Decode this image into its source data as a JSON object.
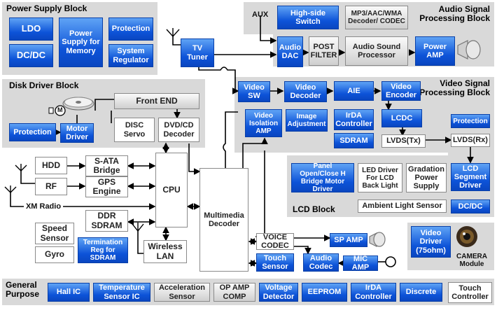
{
  "regions": {
    "power_supply": "Power Supply Block",
    "audio": "Audio Signal Processing Block",
    "disk": "Disk Driver Block",
    "video": "Video Signal Processing Block",
    "lcd": "LCD Block",
    "general": "General Purpose"
  },
  "power": {
    "ldo": "LDO",
    "dcdc": "DC/DC",
    "memory": "Power Supply for Memory",
    "protection": "Protection",
    "regulator": "System Regulator"
  },
  "audio": {
    "aux": "AUX",
    "highside": "High-side Switch",
    "mp3": "MP3/AAC/WMA Decoder/ CODEC",
    "dac": "Audio DAC",
    "postfilter": "POST FILTER",
    "processor": "Audio Sound Processor",
    "poweramp": "Power AMP"
  },
  "tv_tuner": "TV Tuner",
  "disk": {
    "frontend": "Front END",
    "disc_servo": "DISC Servo",
    "dvd": "DVD/CD Decoder",
    "protection": "Protection",
    "motor": "Motor Driver",
    "m": "M"
  },
  "video": {
    "sw": "Video SW",
    "decoder": "Video Decoder",
    "aie": "AIE",
    "encoder": "Video Encoder",
    "isolation": "Video Isolation AMP",
    "image": "Image Adjustment",
    "irda": "IrDA Controller",
    "sdram": "SDRAM",
    "lcdc": "LCDC",
    "lvds_tx": "LVDS(Tx)"
  },
  "lcd": {
    "protection": "Protection",
    "lvds_rx": "LVDS(Rx)",
    "segment": "LCD Segment Driver",
    "panel": "Panel Open/Close H Bridge Motor Driver",
    "led": "LED Driver For LCD Back Light",
    "gradation": "Gradation Power Supply",
    "ambient": "Ambient Light Sensor",
    "dcdc": "DC/DC"
  },
  "cpu_area": {
    "hdd": "HDD",
    "sata": "S-ATA Bridge",
    "rf": "RF",
    "gps": "GPS Engine",
    "xm": "XM Radio",
    "cpu": "CPU",
    "ddr": "DDR SDRAM",
    "speed": "Speed Sensor",
    "gyro": "Gyro",
    "termination": "Termination Reg for SDRAM",
    "wireless": "Wireless LAN",
    "multimedia": "Multimedia Decoder"
  },
  "io": {
    "voice": "VOICE CODEC",
    "sp_amp": "SP AMP",
    "touch_sensor": "Touch Sensor",
    "audio_codec": "Audio Codec",
    "mic_amp": "MIC AMP",
    "video_driver": "Video Driver (75ohm)",
    "camera": "CAMERA Module"
  },
  "general": {
    "hall": "Hall IC",
    "temp": "Temperature Sensor IC",
    "accel": "Acceleration Sensor",
    "opamp": "OP AMP COMP",
    "voltage": "Voltage Detector",
    "eeprom": "EEPROM",
    "irda": "IrDA Controller",
    "discrete": "Discrete",
    "touch": "Touch Controller"
  }
}
